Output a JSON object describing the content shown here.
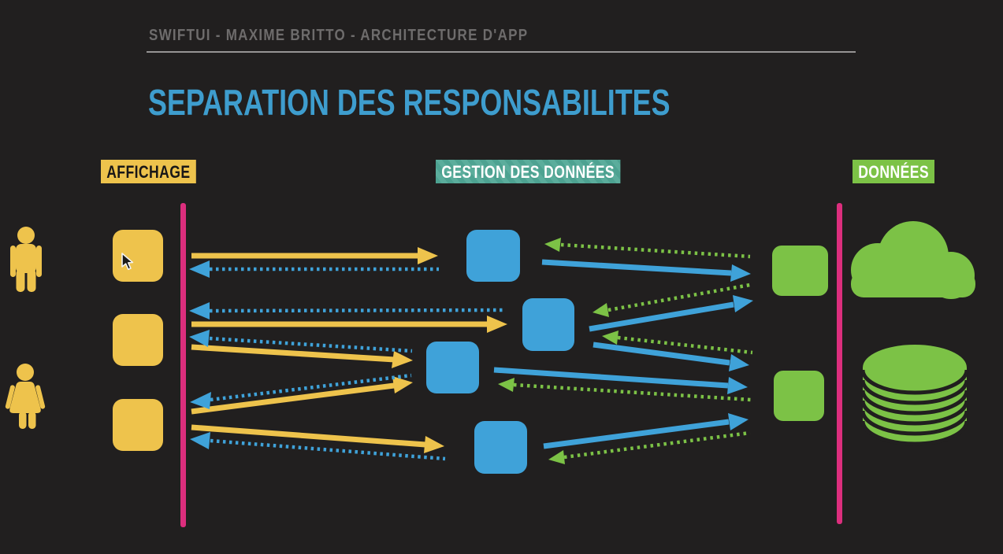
{
  "header": {
    "title": "SWIFTUI - MAXIME BRITTO - ARCHITECTURE D'APP"
  },
  "main": {
    "title": "SEPARATION DES RESPONSABILITES"
  },
  "column_labels": {
    "affichage": "AFFICHAGE",
    "gestion_des_donnees": "GESTION DES DONNÉES",
    "donnees": "DONNÉES"
  },
  "icons": {
    "man": "man-icon",
    "woman": "woman-icon",
    "cloud": "cloud-icon",
    "database": "database-icon",
    "cursor": "arrow-cursor-icon"
  },
  "diagram": {
    "affichage_boxes": 3,
    "gestion_boxes": 4,
    "donnees_boxes": 2,
    "separators": 2,
    "arrow_semantics": {
      "yellow_solid": "affichage → gestion (right)",
      "blue_dotted": "gestion → affichage (left)",
      "blue_solid": "gestion → données (right)",
      "green_dotted": "données → gestion (left)"
    }
  },
  "colors": {
    "bg": "#211f1f",
    "header-text": "#6e6c6c",
    "header-line": "#969494",
    "title": "#3e9dce",
    "yellow": "#eec34c",
    "blue": "#3fa2d9",
    "green": "#7cc246",
    "pink": "#dc2e7d",
    "teal": "#4da291",
    "teal-stripe": "#5bad9c"
  }
}
